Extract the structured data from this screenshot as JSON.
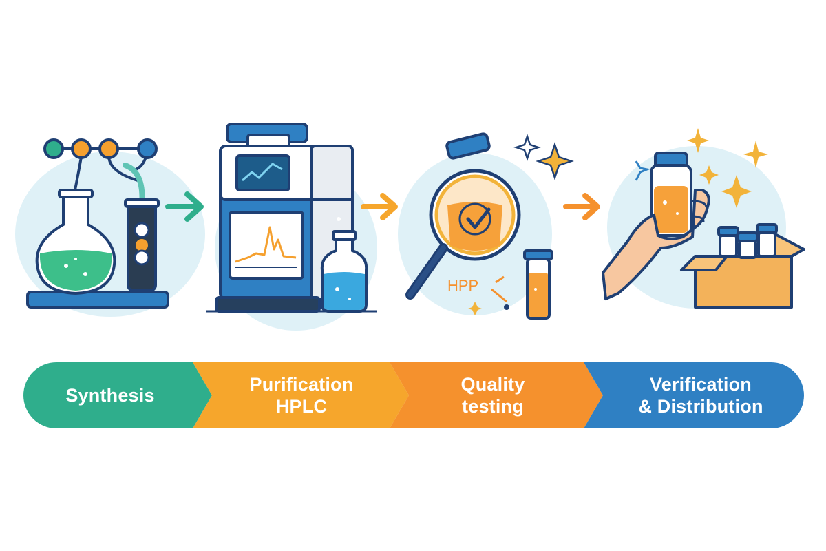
{
  "colors": {
    "green": "#2fae8c",
    "yellow_orange": "#f6a62c",
    "orange": "#f5912d",
    "blue": "#2f80c3",
    "navy": "#1f3f73",
    "halo": "#dff1f7",
    "liquid_green": "#3dbf8a",
    "liquid_orange": "#f6a13a",
    "liquid_blue": "#3aa8df",
    "sparkle": "#f2b33a"
  },
  "steps": [
    {
      "id": "synthesis",
      "lines": [
        "Synthesis"
      ],
      "color": "#2fae8c",
      "icon": "flask-molecule-icon"
    },
    {
      "id": "purification",
      "lines": [
        "Purification",
        "HPLC"
      ],
      "color": "#f6a62c",
      "icon": "hplc-machine-icon"
    },
    {
      "id": "quality",
      "lines": [
        "Quality",
        "testing"
      ],
      "color": "#f5912d",
      "icon": "magnifier-vial-icon"
    },
    {
      "id": "verification",
      "lines": [
        "Verification",
        "& Distribution"
      ],
      "color": "#2f80c3",
      "icon": "hand-vial-box-icon"
    }
  ],
  "illustration_text": {
    "hplc_tag": "HPP"
  }
}
